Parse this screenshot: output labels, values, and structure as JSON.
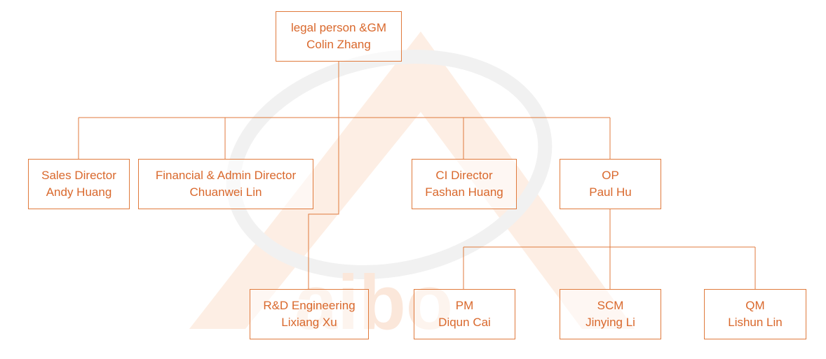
{
  "accent_color": "#e07a3c",
  "text_color": "#d9682c",
  "watermark": {
    "text": "aibo",
    "color": "#fbe3d3"
  },
  "org": {
    "gm": {
      "title": "legal person &GM",
      "name": "Colin Zhang"
    },
    "sales": {
      "title": "Sales Director",
      "name": "Andy Huang"
    },
    "finance": {
      "title": "Financial & Admin Director",
      "name": "Chuanwei Lin"
    },
    "rd": {
      "title": "R&D Engineering",
      "name": "Lixiang Xu"
    },
    "ci": {
      "title": "CI Director",
      "name": "Fashan Huang"
    },
    "op": {
      "title": "OP",
      "name": "Paul Hu"
    },
    "pm": {
      "title": "PM",
      "name": "Diqun Cai"
    },
    "scm": {
      "title": "SCM",
      "name": "Jinying Li"
    },
    "qm": {
      "title": "QM",
      "name": "Lishun Lin"
    }
  }
}
